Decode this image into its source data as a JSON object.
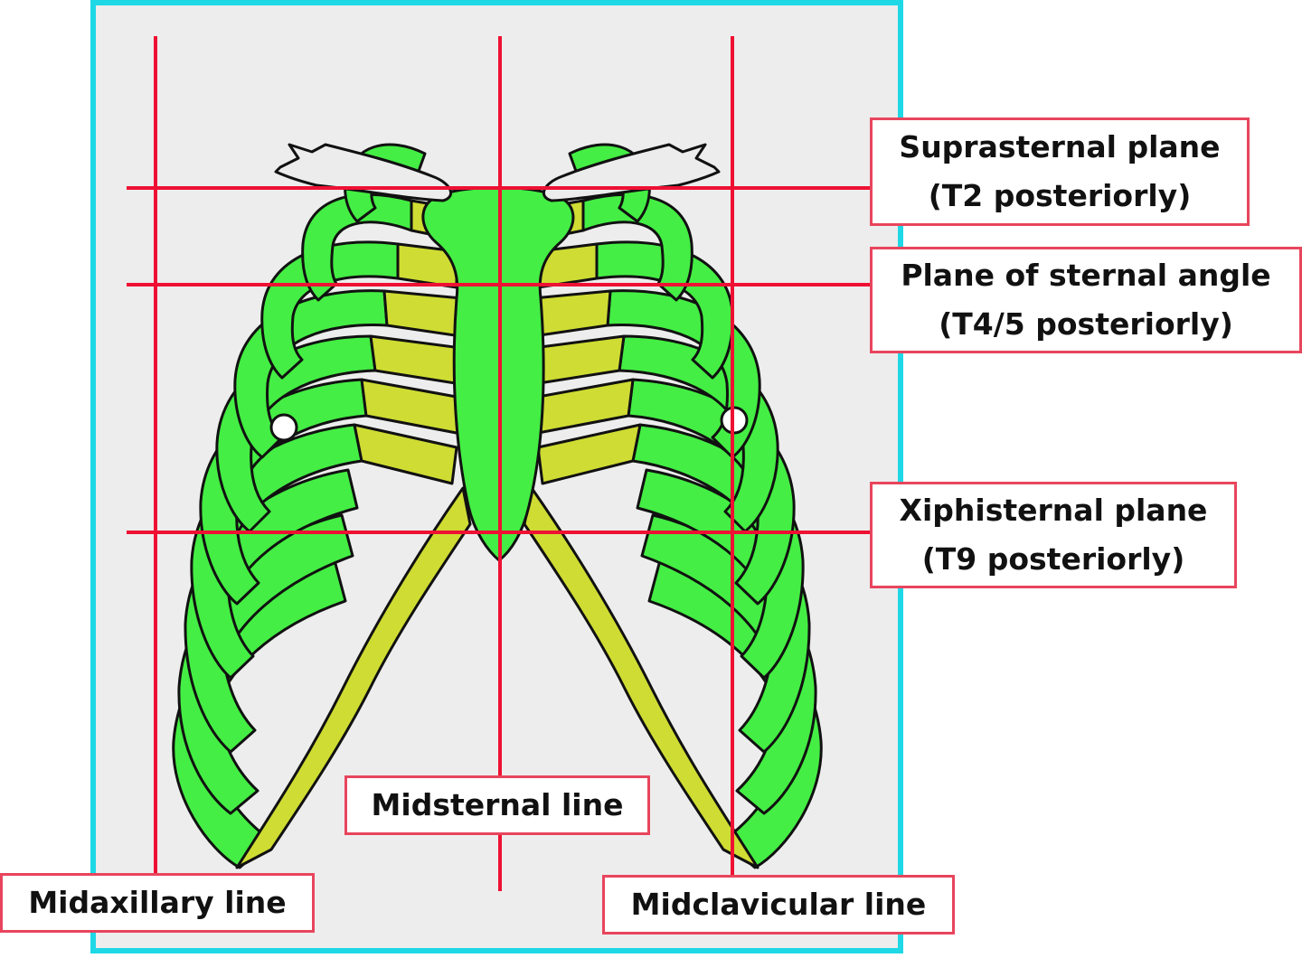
{
  "colors": {
    "frame_border": "#1fd8e6",
    "panel_background": "#ededed",
    "rib_bone": "#44ee44",
    "costal_cartilage": "#cfdc33",
    "clavicle": "#ececec",
    "reference_line": "#ee1133",
    "label_border": "#e8455d",
    "outline": "#111111"
  },
  "labels": {
    "suprasternal": {
      "line1": "Suprasternal plane",
      "line2": "(T2 posteriorly)"
    },
    "sternal_angle": {
      "line1": "Plane of sternal angle",
      "line2": "(T4/5 posteriorly)"
    },
    "xiphisternal": {
      "line1": "Xiphisternal plane",
      "line2": "(T9 posteriorly)"
    },
    "midsternal": "Midsternal line",
    "midaxillary": "Midaxillary line",
    "midclavicular": "Midclavicular line"
  }
}
